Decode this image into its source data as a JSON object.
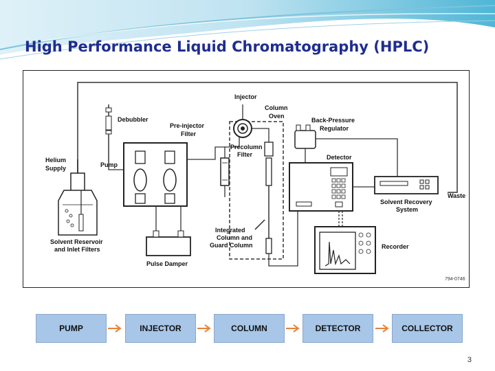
{
  "slide": {
    "title": "High Performance Liquid Chromatography (HPLC)",
    "page_number": "3"
  },
  "diagram": {
    "labels": {
      "injector": "Injector",
      "column_oven_1": "Column",
      "column_oven_2": "Oven",
      "debubbler": "Debubbler",
      "pre_injector_1": "Pre-injector",
      "pre_injector_2": "Filter",
      "back_pressure_1": "Back-Pressure",
      "back_pressure_2": "Regulator",
      "precolumn_1": "Precolumn",
      "precolumn_2": "Filter",
      "helium_1": "Helium",
      "helium_2": "Supply",
      "pump": "Pump",
      "detector": "Detector",
      "waste": "Waste",
      "solvent_recovery_1": "Solvent Recovery",
      "solvent_recovery_2": "System",
      "solvent_reservoir_1": "Solvent Reservoir",
      "solvent_reservoir_2": "and Inlet Filters",
      "integrated_1": "Integrated",
      "integrated_2": "Column and",
      "integrated_3": "Guard Column",
      "recorder": "Recorder",
      "pulse_damper": "Pulse Damper",
      "figure_code": "794-0746"
    }
  },
  "flow": {
    "steps": [
      "PUMP",
      "INJECTOR",
      "COLUMN",
      "DETECTOR",
      "COLLECTOR"
    ],
    "box_color": "#a7c6e8",
    "arrow_color": "#e8823a"
  }
}
